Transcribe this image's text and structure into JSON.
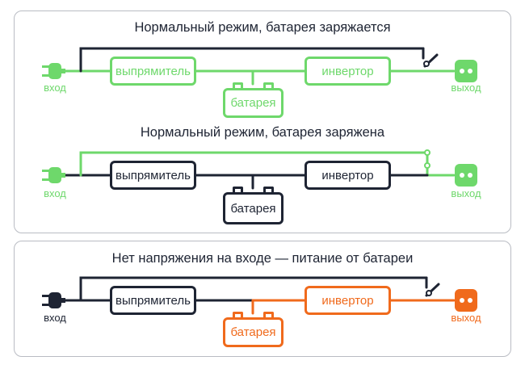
{
  "scenarios": [
    {
      "title": "Нормальный режим, батарея заряжается",
      "rectifier": "выпрямитель",
      "inverter": "инвертор",
      "battery": "батарея",
      "input_label": "вход",
      "output_label": "выход"
    },
    {
      "title": "Нормальный режим, батарея заряжена",
      "rectifier": "выпрямитель",
      "inverter": "инвертор",
      "battery": "батарея",
      "input_label": "вход",
      "output_label": "выход"
    },
    {
      "title": "Нет напряжения на входе — питание от батареи",
      "rectifier": "выпрямитель",
      "inverter": "инвертор",
      "battery": "батарея",
      "input_label": "вход",
      "output_label": "выход"
    }
  ],
  "colors": {
    "active_green": "#6ed86b",
    "inactive_dark": "#1e2433",
    "battery_orange": "#f06a1c",
    "panel_border": "#b9bcc3"
  },
  "icons": [
    "plug-icon",
    "outlet-icon",
    "switch-icon"
  ]
}
